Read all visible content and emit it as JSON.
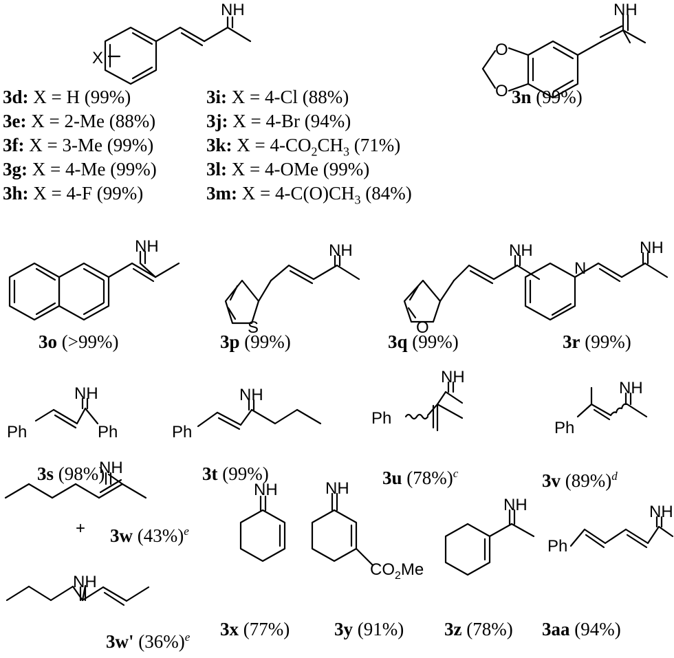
{
  "atoms": {
    "nh": "NH",
    "x": "X",
    "s": "S",
    "n": "N",
    "ph": "Ph",
    "plus": "+",
    "co2me": "CO2Me"
  },
  "compounds": [
    {
      "id": "3d",
      "label": "X = H",
      "yield": "(99%)"
    },
    {
      "id": "3e",
      "label": "X = 2-Me",
      "yield": "(88%)"
    },
    {
      "id": "3f",
      "label": "X = 3-Me",
      "yield": "(99%)"
    },
    {
      "id": "3g",
      "label": "X = 4-Me",
      "yield": "(99%)"
    },
    {
      "id": "3h",
      "label": "X = 4-F",
      "yield": "(99%)"
    },
    {
      "id": "3i",
      "label": "X = 4-Cl",
      "yield": "(88%)"
    },
    {
      "id": "3j",
      "label": "X = 4-Br",
      "yield": "(94%)"
    },
    {
      "id": "3k",
      "label_pre": "X = 4-CO",
      "label_sub1": "2",
      "label_mid": "CH",
      "label_sub2": "3",
      "yield": "(71%)"
    },
    {
      "id": "3l",
      "label": "X = 4-OMe",
      "yield": "(99%)"
    },
    {
      "id": "3m",
      "label_pre": "X = 4-C(O)CH",
      "label_sub": "3",
      "yield": "(84%)"
    },
    {
      "id": "3n",
      "yield": "(99%)"
    },
    {
      "id": "3o",
      "yield": "(>99%)"
    },
    {
      "id": "3p",
      "yield": "(99%)"
    },
    {
      "id": "3q",
      "yield": "(99%)"
    },
    {
      "id": "3r",
      "yield": "(99%)"
    },
    {
      "id": "3s",
      "yield": "(98%)"
    },
    {
      "id": "3t",
      "yield": "(99%)"
    },
    {
      "id": "3u",
      "yield": "(78%)",
      "note": "c"
    },
    {
      "id": "3v",
      "yield": "(89%)",
      "note": "d"
    },
    {
      "id": "3w",
      "yield": "(43%)",
      "note": "e"
    },
    {
      "id": "3w'",
      "yield": "(36%)",
      "note": "e"
    },
    {
      "id": "3x",
      "yield": "(77%)"
    },
    {
      "id": "3y",
      "yield": "(91%)"
    },
    {
      "id": "3z",
      "yield": "(78%)"
    },
    {
      "id": "3aa",
      "yield": "(94%)"
    }
  ]
}
